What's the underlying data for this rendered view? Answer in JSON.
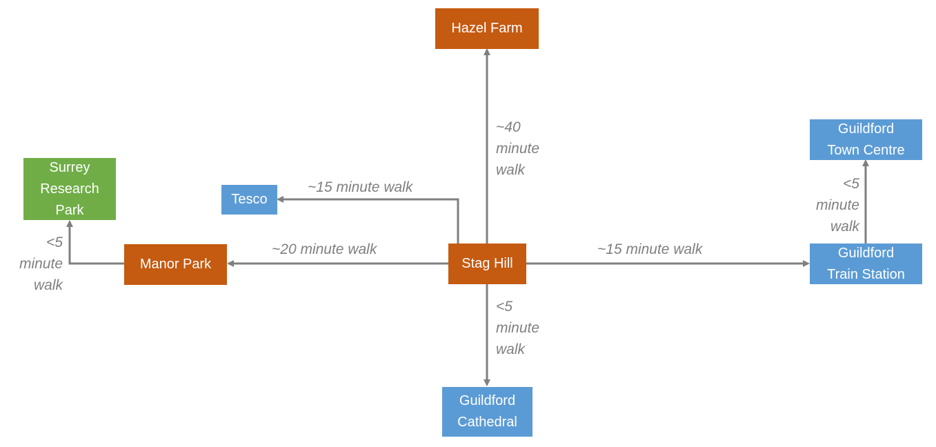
{
  "nodes": {
    "hazel_farm": "Hazel Farm",
    "stag_hill": "Stag Hill",
    "tesco": "Tesco",
    "manor_park": "Manor Park",
    "surrey_research_park": "Surrey\nResearch\nPark",
    "guildford_town_centre": "Guildford\nTown Centre",
    "guildford_train_station": "Guildford\nTrain Station",
    "guildford_cathedral": "Guildford\nCathedral"
  },
  "edge_labels": {
    "stag_to_hazel": "~40\nminute\nwalk",
    "stag_to_tesco": "~15 minute walk",
    "stag_to_manor": "~20 minute walk",
    "stag_to_station": "~15 minute walk",
    "stag_to_cathedral": "<5\nminute\nwalk",
    "manor_to_research": "<5\nminute\nwalk",
    "station_to_town": "<5\nminute\nwalk"
  },
  "colors": {
    "campus": "#c55a11",
    "town": "#5b9bd5",
    "research": "#70ad47",
    "arrow": "#7f7f7f"
  }
}
